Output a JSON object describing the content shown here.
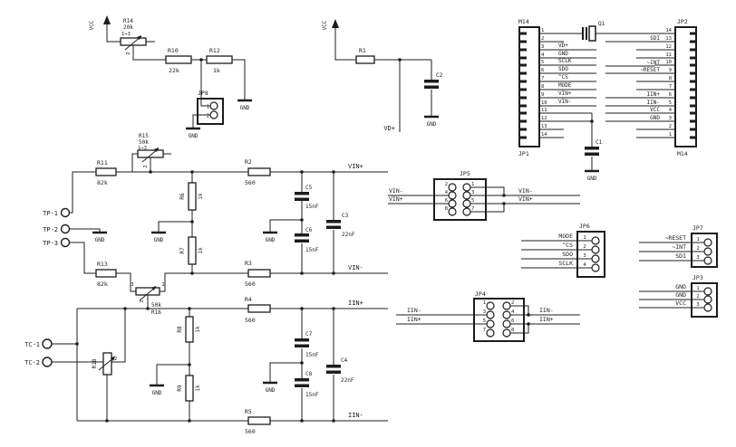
{
  "power": {
    "vcc": "VCC",
    "gnd": "GND",
    "vd_plus": "VD+"
  },
  "nets": {
    "vin_plus": "VIN+",
    "vin_minus": "VIN-",
    "iin_plus": "IIN+",
    "iin_minus": "IIN-"
  },
  "testpoints": {
    "tp1": "TP-1",
    "tp2": "TP-2",
    "tp3": "TP-3",
    "tc1": "TC-1",
    "tc2": "TC-2"
  },
  "resistors": {
    "r1": {
      "ref": "R1"
    },
    "r2": {
      "ref": "R2",
      "value": "560"
    },
    "r3": {
      "ref": "R3",
      "value": "560"
    },
    "r4": {
      "ref": "R4",
      "value": "560"
    },
    "r5": {
      "ref": "R5",
      "value": "560"
    },
    "r6": {
      "ref": "R6",
      "value": "1k"
    },
    "r7": {
      "ref": "R7",
      "value": "1k"
    },
    "r8": {
      "ref": "R8",
      "value": "1k"
    },
    "r9": {
      "ref": "R9",
      "value": "1k"
    },
    "r10": {
      "ref": "R10",
      "value": "22k"
    },
    "r11": {
      "ref": "R11",
      "value": "82k"
    },
    "r12": {
      "ref": "R12",
      "value": "1k"
    },
    "r13": {
      "ref": "R13",
      "value": "82k"
    }
  },
  "potentiometers": {
    "r14": {
      "ref": "R14",
      "value": "20k",
      "range": "1→3",
      "wiper": "2"
    },
    "r15": {
      "ref": "R15",
      "value": "50k",
      "range": "1→3",
      "wiper": "2"
    },
    "r16": {
      "ref": "R16",
      "value": "50k",
      "pin_a": "3",
      "pin_b": "1",
      "wiper": "2"
    },
    "r18": {
      "ref": "R18",
      "wiper": "2"
    }
  },
  "capacitors": {
    "c1": {
      "ref": "C1"
    },
    "c2": {
      "ref": "C2"
    },
    "c3": {
      "ref": "C3",
      "value": "22nF"
    },
    "c4": {
      "ref": "C4",
      "value": "22nF"
    },
    "c5": {
      "ref": "C5",
      "value": "15nF"
    },
    "c6": {
      "ref": "C6",
      "value": "15nF"
    },
    "c7": {
      "ref": "C7",
      "value": "15nF"
    },
    "c8": {
      "ref": "C8",
      "value": "15nF"
    }
  },
  "crystal": {
    "ref": "Q1"
  },
  "connectors": {
    "jp1": {
      "ref": "JP1",
      "type": "M14",
      "pins": [
        "1",
        "2",
        "3",
        "4",
        "5",
        "6",
        "7",
        "8",
        "9",
        "10",
        "11",
        "12",
        "13",
        "14"
      ],
      "signals": [
        "VD+",
        "GND",
        "SCLK",
        "SDO",
        "^CS",
        "MODE",
        "VIN+",
        "VIN-"
      ]
    },
    "jp2": {
      "ref": "JP2",
      "type": "M14",
      "signals": [
        "SDI",
        "~INT",
        "~RESET",
        "IIN+",
        "IIN-",
        "VCC",
        "GND"
      ]
    },
    "jp3": {
      "ref": "JP3",
      "pins": [
        "1",
        "2",
        "3"
      ],
      "signals": [
        "GND",
        "GND",
        "VCC"
      ]
    },
    "jp4": {
      "ref": "JP4",
      "pins_left": [
        "1",
        "3",
        "5",
        "7"
      ],
      "pins_right": [
        "2",
        "4",
        "6",
        "8"
      ],
      "left_labels": [
        "IIN-",
        "IIN+"
      ],
      "right_labels": [
        "IIN-",
        "IIN+"
      ]
    },
    "jp5": {
      "ref": "JP5",
      "pins_left": [
        "2",
        "4",
        "6",
        "8"
      ],
      "pins_right": [
        "1",
        "3",
        "5",
        "7"
      ],
      "left_labels": [
        "VIN-",
        "VIN+"
      ],
      "right_labels": [
        "VIN-",
        "VIN+"
      ]
    },
    "jp6": {
      "ref": "JP6",
      "pins": [
        "1",
        "2",
        "3",
        "4"
      ],
      "signals": [
        "MODE",
        "^CS",
        "SDO",
        "SCLK"
      ]
    },
    "jp7": {
      "ref": "JP7",
      "pins": [
        "1",
        "2",
        "3"
      ],
      "signals": [
        "~RESET",
        "~INT",
        "SDI"
      ]
    },
    "jp8": {
      "ref": "JP8",
      "pins": [
        "1",
        "2"
      ]
    }
  }
}
